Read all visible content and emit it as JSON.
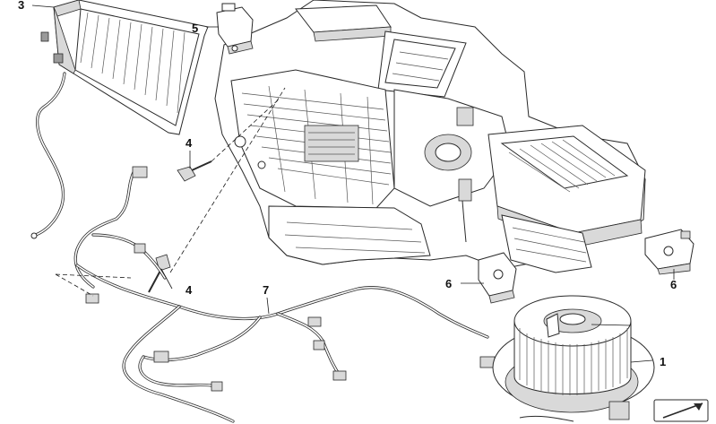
{
  "callouts": [
    {
      "id": "c3",
      "label": "3"
    },
    {
      "id": "c5",
      "label": "5"
    },
    {
      "id": "c4a",
      "label": "4"
    },
    {
      "id": "c4b",
      "label": "4"
    },
    {
      "id": "c7",
      "label": "7"
    },
    {
      "id": "c6a",
      "label": "6"
    },
    {
      "id": "c6b",
      "label": "6"
    },
    {
      "id": "c1",
      "label": "1"
    }
  ],
  "colors": {
    "line": "#2a2a2a",
    "background": "#ffffff"
  }
}
